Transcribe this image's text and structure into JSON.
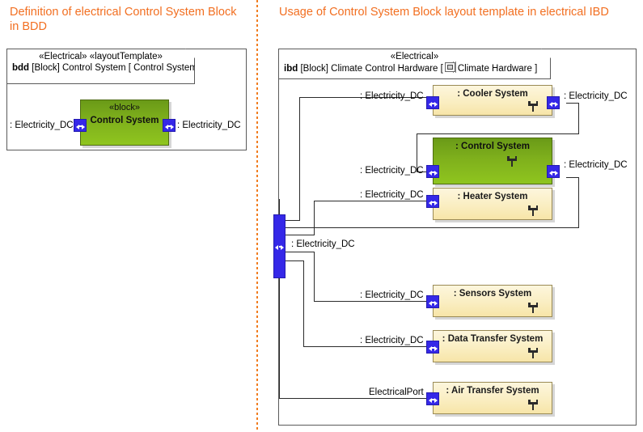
{
  "captions": {
    "bdd": "Definition of electrical Control System Block in BDD",
    "ibd": "Usage of Control System Block layout template in electrical IBD"
  },
  "bdd_panel": {
    "frame": {
      "stereotypes": "«Electrical»\n«layoutTemplate»",
      "kind": "bdd",
      "title": "[Block] Control System [ Control System ]"
    },
    "block": {
      "stereotype": "«block»",
      "name": "Control System",
      "fill": "#8fc51f"
    },
    "ports": [
      {
        "label": ": Electricity_DC",
        "side": "left",
        "icon": "proxy-port-icon"
      },
      {
        "label": ": Electricity_DC",
        "side": "right",
        "icon": "proxy-port-icon"
      }
    ]
  },
  "ibd_panel": {
    "frame": {
      "stereotypes": "«Electrical»",
      "kind": "ibd",
      "title_before_icon": "[Block] Climate Control Hardware [",
      "icon": "block-diagram-icon",
      "title_after_icon": "Climate Hardware ]"
    },
    "boundary_port": {
      "name": "boundary-proxy-port",
      "label": ": Electricity_DC",
      "icon": "proxy-port-icon"
    },
    "parts": [
      {
        "name": ": Cooler System",
        "fill": "#faeec2",
        "left_port_label": ": Electricity_DC",
        "right_port_label": ": Electricity_DC",
        "has_rake": true
      },
      {
        "name": ": Control System",
        "fill": "#8fc51f",
        "left_port_label": ": Electricity_DC",
        "right_port_label": ": Electricity_DC",
        "has_rake": true
      },
      {
        "name": ": Heater System",
        "fill": "#faeec2",
        "left_port_label": ": Electricity_DC",
        "right_port_label": null,
        "has_rake": true
      },
      {
        "name": ": Sensors System",
        "fill": "#faeec2",
        "left_port_label": ": Electricity_DC",
        "right_port_label": null,
        "has_rake": true
      },
      {
        "name": ": Data Transfer System",
        "fill": "#faeec2",
        "left_port_label": ": Electricity_DC",
        "right_port_label": null,
        "has_rake": true
      },
      {
        "name": ": Air Transfer System",
        "fill": "#faeec2",
        "left_port_label": "ElectricalPort",
        "right_port_label": null,
        "has_rake": true
      }
    ]
  },
  "colors": {
    "caption": "#f26f21",
    "divider": "#f07d20",
    "port": "#3528e8",
    "connector": "#2b2b2b",
    "part_fill": "#faeec2",
    "green_fill": "#8fc51f"
  }
}
